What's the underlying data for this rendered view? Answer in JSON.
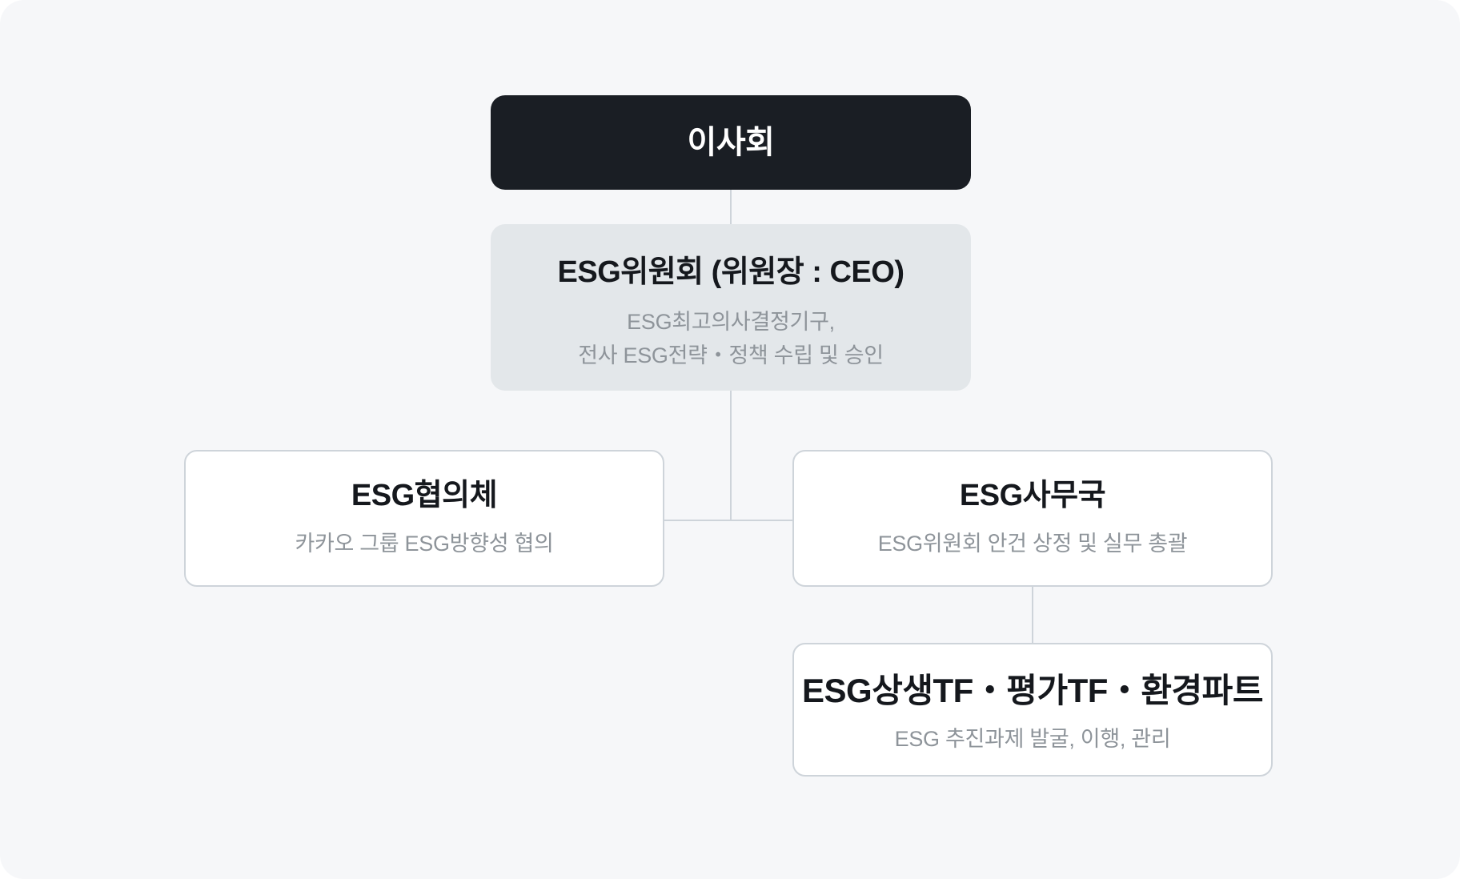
{
  "colors": {
    "canvas_background": "#f6f7f9",
    "dark_node_background": "#1a1e24",
    "gray_node_background": "#e3e7ea",
    "outline_node_border": "#ced4da",
    "connector_line": "#ced4da",
    "title_text": "#15181d",
    "dark_node_title_text": "#ffffff",
    "subtitle_text": "#8e949a"
  },
  "org_chart": {
    "nodes": [
      {
        "id": "board",
        "title": "이사회",
        "subtitle_lines": []
      },
      {
        "id": "esg-committee",
        "title": "ESG위원회 (위원장 : CEO)",
        "subtitle_lines": [
          "ESG최고의사결정기구,",
          "전사 ESG전략・정책 수립 및 승인"
        ]
      },
      {
        "id": "esg-council",
        "title": "ESG협의체",
        "subtitle_lines": [
          "카카오 그룹 ESG방향성 협의"
        ]
      },
      {
        "id": "esg-office",
        "title": "ESG사무국",
        "subtitle_lines": [
          "ESG위원회 안건 상정 및 실무 총괄"
        ]
      },
      {
        "id": "esg-tf",
        "title": "ESG상생TF・평가TF・환경파트",
        "subtitle_lines": [
          "ESG 추진과제 발굴, 이행, 관리"
        ]
      }
    ],
    "edges": [
      {
        "from": "board",
        "to": "esg-committee"
      },
      {
        "from": "esg-committee",
        "to": "esg-council"
      },
      {
        "from": "esg-committee",
        "to": "esg-office"
      },
      {
        "from": "esg-office",
        "to": "esg-tf"
      }
    ]
  }
}
